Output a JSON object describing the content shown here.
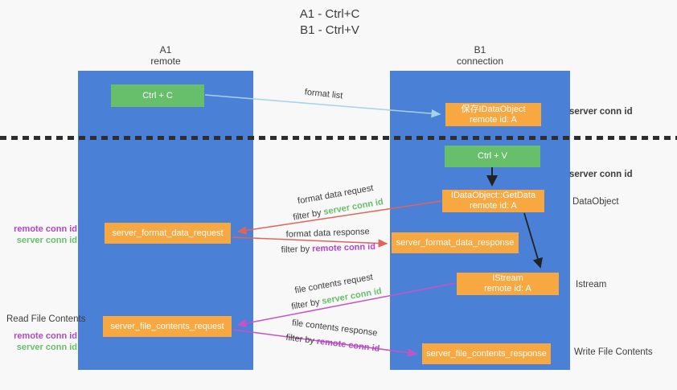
{
  "title": {
    "line1": "A1 - Ctrl+C",
    "line2": "B1 - Ctrl+V"
  },
  "lanes": {
    "left": {
      "name": "A1",
      "role": "remote"
    },
    "right": {
      "name": "B1",
      "role": "connection"
    }
  },
  "nodes": {
    "ctrl_c": "Ctrl + C",
    "ctrl_v": "Ctrl + V",
    "save_dataobject": {
      "line1": "保存IDataObject",
      "line2": "remote id: A"
    },
    "getdata": {
      "line1": "IDataObject::GetData",
      "line2": "remote id: A"
    },
    "istream": {
      "line1": "IStream",
      "line2": "remote id: A"
    },
    "format_request": "server_format_data_request",
    "format_response": "server_format_data_response",
    "file_request": "server_file_contents_request",
    "file_response": "server_file_contents_response"
  },
  "edge_labels": {
    "format_list": "format list",
    "format_data_request": {
      "line1": "format data request",
      "filter_prefix": "filter by ",
      "filter_key": "server conn id"
    },
    "format_data_response": {
      "line1": "format data response",
      "filter_prefix": "filter by ",
      "filter_key": "remote conn id"
    },
    "file_contents_request": {
      "line1": "file contents request",
      "filter_prefix": "filter by ",
      "filter_key": "server conn id"
    },
    "file_contents_response": {
      "line1": "file contents response",
      "filter_prefix": "filter by ",
      "filter_key": "remote conn id"
    }
  },
  "side_labels": {
    "server_conn_id_top": "server conn id",
    "server_conn_id_mid": "server conn id",
    "dataobject": "DataObject",
    "istream": "Istream",
    "write_file_contents": "Write File Contents",
    "read_file_contents": "Read File Contents",
    "remote_conn_id_upper": "remote conn id",
    "server_conn_id_upper": "server conn id",
    "remote_conn_id_lower": "remote conn id",
    "server_conn_id_lower": "server conn id"
  },
  "colors": {
    "lane_blue": "#4a80d5",
    "box_green": "#68bf6b",
    "box_orange": "#f7a841",
    "arrow_light_blue": "#a5d2ef",
    "arrow_red": "#e2635c",
    "arrow_magenta": "#c653c6",
    "arrow_black": "#222222",
    "text_green": "#67bf6a",
    "text_purple": "#ae49c5",
    "background": "#f8f8f8"
  }
}
